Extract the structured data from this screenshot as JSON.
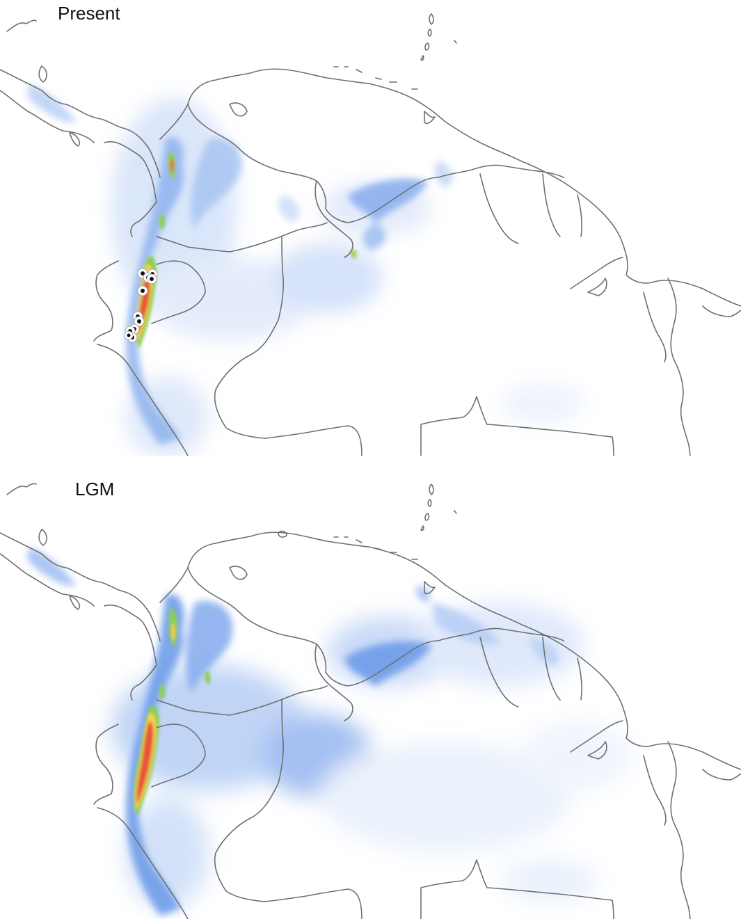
{
  "panels": [
    {
      "id": "present",
      "label": "Present",
      "suitability": [
        {
          "level": "low",
          "color": "#dbe8fb"
        },
        {
          "level": "moderate",
          "color": "#7fa8ec"
        },
        {
          "level": "high-green",
          "color": "#8ccf5a"
        },
        {
          "level": "high-yellow",
          "color": "#f2d24a"
        },
        {
          "level": "highest",
          "color": "#e8533a"
        }
      ],
      "occurrence_point_count": 11
    },
    {
      "id": "lgm",
      "label": "LGM",
      "suitability": [
        {
          "level": "low",
          "color": "#dbe8fb"
        },
        {
          "level": "moderate",
          "color": "#7fa8ec"
        },
        {
          "level": "high-green",
          "color": "#8ccf5a"
        },
        {
          "level": "high-yellow",
          "color": "#f2d24a"
        },
        {
          "level": "highest",
          "color": "#e8533a"
        }
      ],
      "occurrence_point_count": 0
    }
  ],
  "colors": {
    "border": "#6f6f6f",
    "background": "#ffffff"
  }
}
